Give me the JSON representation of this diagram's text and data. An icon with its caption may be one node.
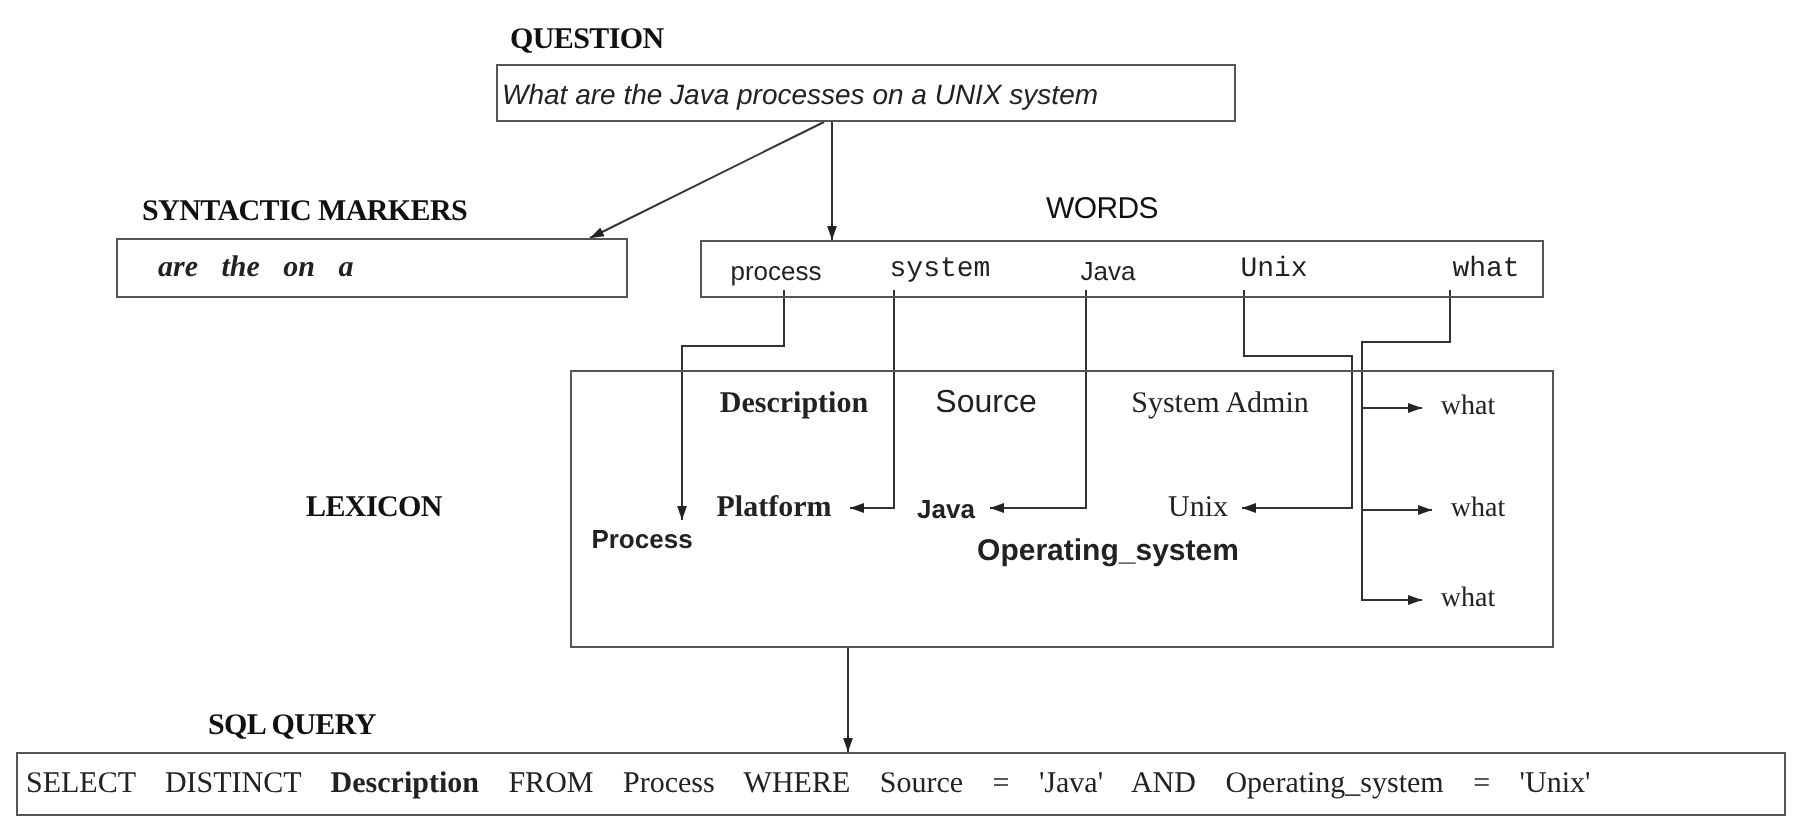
{
  "diagram": {
    "nodes": [
      {
        "text": [
          "QUESTION",
          "What are the Java processes on a UNIX system"
        ]
      },
      {
        "text": [
          "SYNTACTIC MARKERS",
          "are the on a"
        ]
      },
      {
        "text": [
          "WORDS"
        ]
      },
      {
        "text": [
          "process"
        ],
        "in": 2
      },
      {
        "text": [
          "system"
        ],
        "in": 2
      },
      {
        "text": [
          "Java"
        ],
        "in": 2
      },
      {
        "text": [
          "Unix"
        ],
        "in": 2
      },
      {
        "text": [
          "what"
        ],
        "in": 2
      },
      {
        "text": [
          "LEXICON"
        ]
      },
      {
        "text": [
          "Description"
        ],
        "in": 8
      },
      {
        "text": [
          "Source"
        ],
        "in": 8
      },
      {
        "text": [
          "System Admin"
        ],
        "in": 8
      },
      {
        "text": [
          "what"
        ],
        "in": 8
      },
      {
        "text": [
          "Platform"
        ],
        "in": 8
      },
      {
        "text": [
          "Java"
        ],
        "in": 8
      },
      {
        "text": [
          "Unix"
        ],
        "in": 8
      },
      {
        "text": [
          "what"
        ],
        "in": 8
      },
      {
        "text": [
          "Process"
        ],
        "in": 8
      },
      {
        "text": [
          "Operating_system"
        ],
        "in": 8
      },
      {
        "text": [
          "what"
        ],
        "in": 8
      },
      {
        "text": [
          "SQL QUERY",
          "SELECT DISTINCT **Description** FROM Process WHERE Source = 'Java' AND Operating_system = 'Unix'"
        ]
      }
    ],
    "edges": [
      {
        "from": 0,
        "to": 1,
        "arrow": "to"
      },
      {
        "from": 0,
        "to": 2,
        "arrow": "to"
      },
      {
        "from": 3,
        "to": 17,
        "arrow": "to"
      },
      {
        "from": 4,
        "to": 13,
        "arrow": "to"
      },
      {
        "from": 5,
        "to": 14,
        "arrow": "to"
      },
      {
        "from": 6,
        "to": 15,
        "arrow": "to"
      },
      {
        "from": 7,
        "to": 12,
        "arrow": "to"
      },
      {
        "from": 7,
        "to": 16,
        "arrow": "to"
      },
      {
        "from": 7,
        "to": 19,
        "arrow": "to"
      },
      {
        "from": 8,
        "to": 20,
        "arrow": "to"
      }
    ]
  }
}
